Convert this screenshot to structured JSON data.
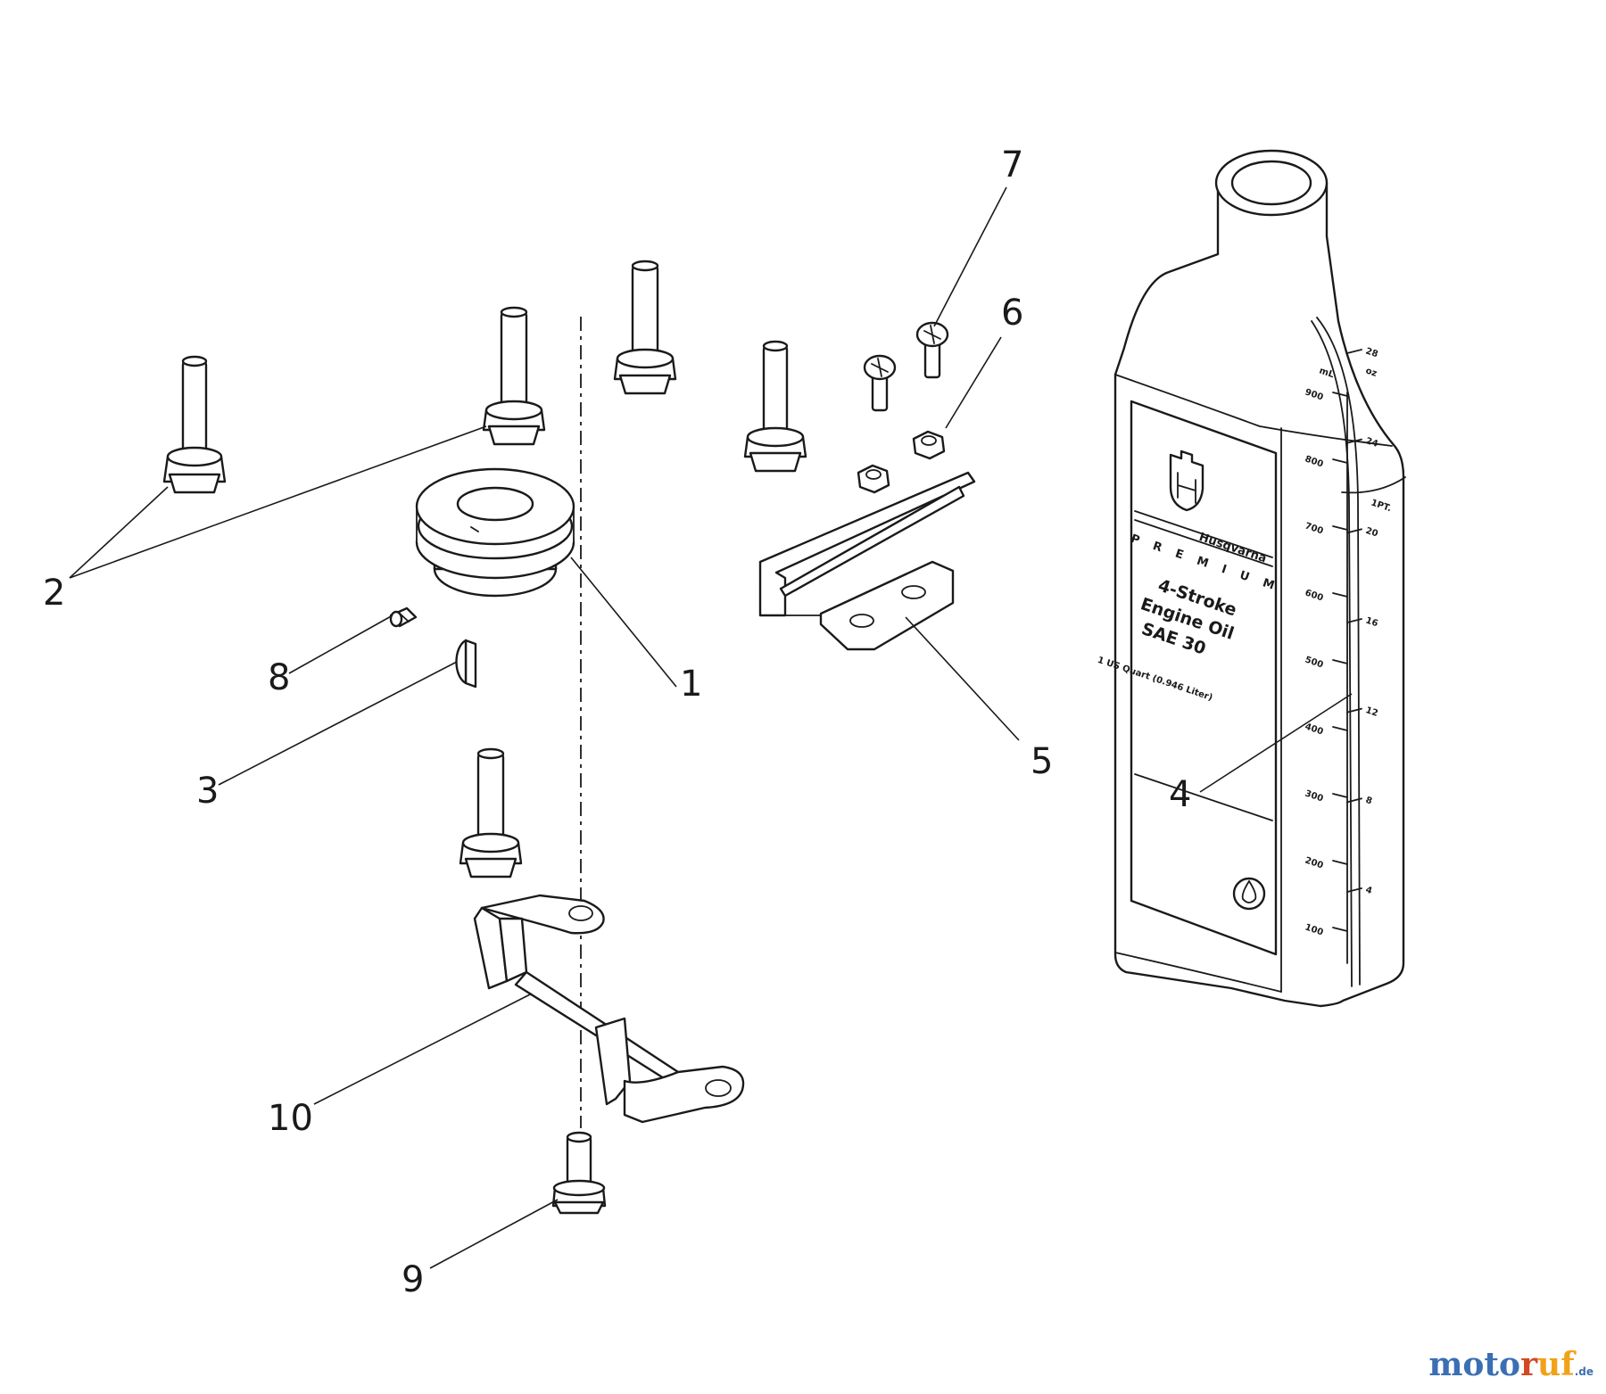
{
  "diagram": {
    "callouts": [
      "1",
      "2",
      "3",
      "4",
      "5",
      "6",
      "7",
      "8",
      "9",
      "10"
    ]
  },
  "oil_bottle": {
    "brand": "Husqvarna",
    "series": "P R E M I U M",
    "product_line1": "4-Stroke",
    "product_line2": "Engine Oil",
    "grade": "SAE 30",
    "volume": "1 US Quart (0.946 Liter)",
    "scale_unit_left": "mL",
    "scale_unit_right": "oz",
    "ml_ticks": [
      "900",
      "800",
      "700",
      "600",
      "500",
      "400",
      "300",
      "200",
      "100"
    ],
    "oz_ticks": [
      "28",
      "24",
      "20",
      "16",
      "12",
      "8",
      "4"
    ],
    "oz_pint_label": "1PT."
  },
  "watermark": {
    "main": "moto",
    "r": "r",
    "uf": "uf",
    "suffix": ".de"
  }
}
